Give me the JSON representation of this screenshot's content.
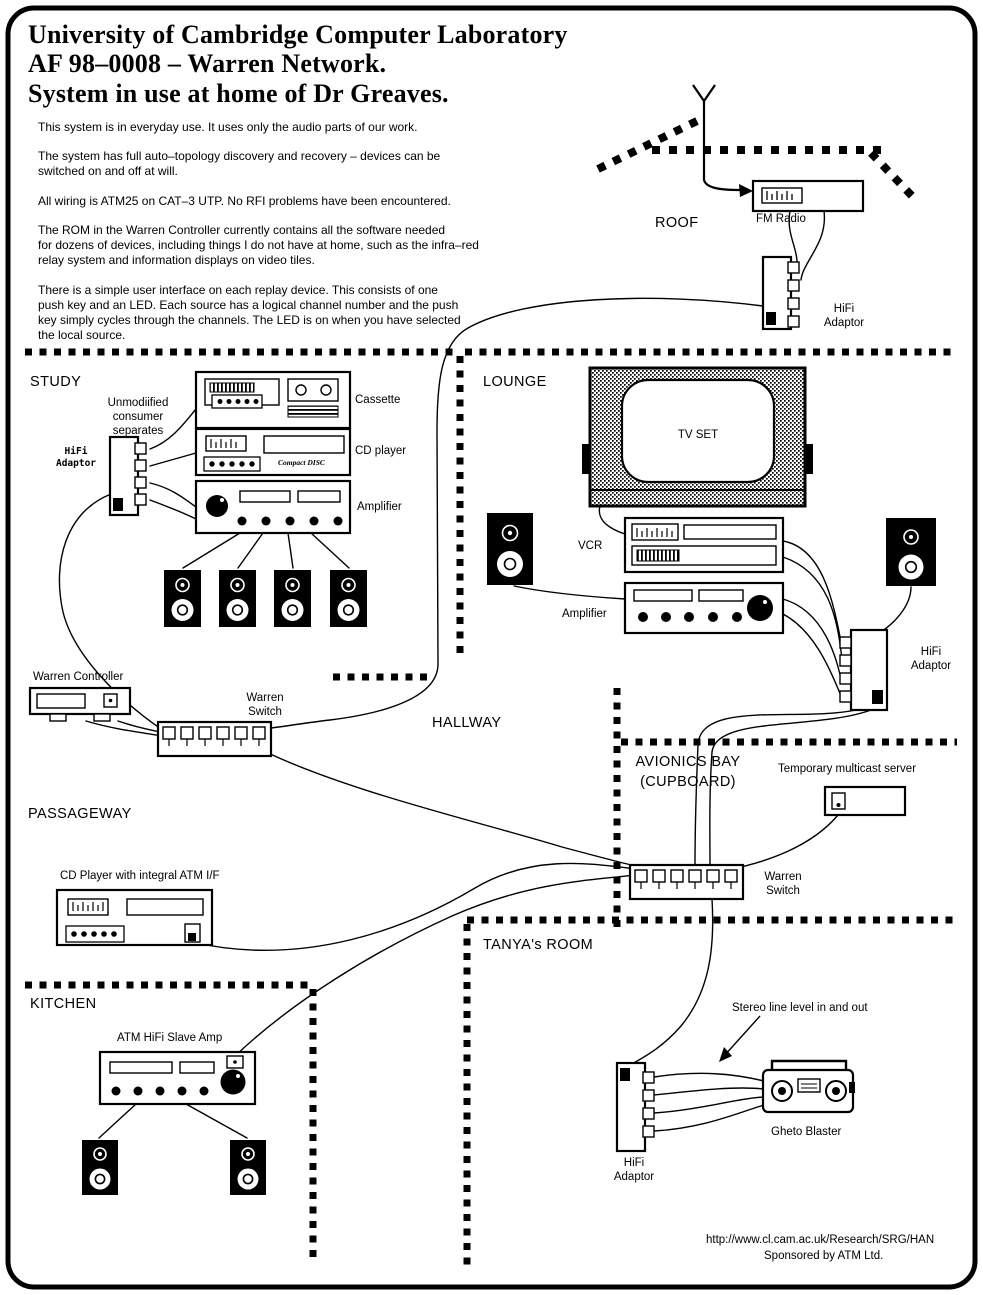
{
  "title": {
    "line1": "University of Cambridge Computer Laboratory",
    "line2": "AF 98–0008  – Warren Network.",
    "line3": "System in use at home of Dr Greaves."
  },
  "paragraphs": [
    [
      "This system is in everyday use. It uses only the audio parts of our work."
    ],
    [
      "The system has full auto–topology discovery and recovery – devices can be",
      "switched on and off at will."
    ],
    [
      "All wiring is ATM25 on CAT–3 UTP.  No RFI problems have been encountered."
    ],
    [
      "The ROM in the Warren Controller currently contains all the software needed",
      "for dozens of devices, including things I do not have at home, such as the infra–red",
      "relay system and information displays on video tiles."
    ],
    [
      "There is a simple user interface on each replay device.  This consists of one",
      "push key and an LED.  Each source has a logical channel number and the push",
      "key simply cycles through the channels.  The LED is on when you have selected",
      "the local source."
    ]
  ],
  "rooms": {
    "roof": "ROOF",
    "study": "STUDY",
    "lounge": "LOUNGE",
    "hallway": "HALLWAY",
    "avionics_bay": "AVIONICS BAY",
    "avionics_bay_sub": "(CUPBOARD)",
    "passageway": "PASSAGEWAY",
    "tanyas_room": "TANYA's ROOM",
    "kitchen": "KITCHEN"
  },
  "labels": {
    "fm_radio": "FM Radio",
    "hifi_adaptor": "HiFi Adaptor",
    "unmodified_separates": "Unmodiified consumer separates",
    "cassette": "Cassette",
    "cd_player": "CD player",
    "amplifier": "Amplifier",
    "compact_disc": "Compact DISC",
    "warren_controller": "Warren Controller",
    "warren_switch": "Warren Switch",
    "tv_set": "TV SET",
    "vcr": "VCR",
    "temporary_multicast_server": "Temporary multicast server",
    "cd_player_atm": "CD Player with integral ATM I/F",
    "atm_hifi_slave_amp": "ATM HiFi Slave Amp",
    "stereo_line_level": "Stereo line level in and out",
    "gheto_blaster": "Gheto Blaster"
  },
  "footer": {
    "url": "http://www.cl.cam.ac.uk/Research/SRG/HAN",
    "sponsor": "Sponsored by ATM Ltd."
  },
  "colors": {
    "ink": "#000000",
    "paper": "#ffffff"
  }
}
